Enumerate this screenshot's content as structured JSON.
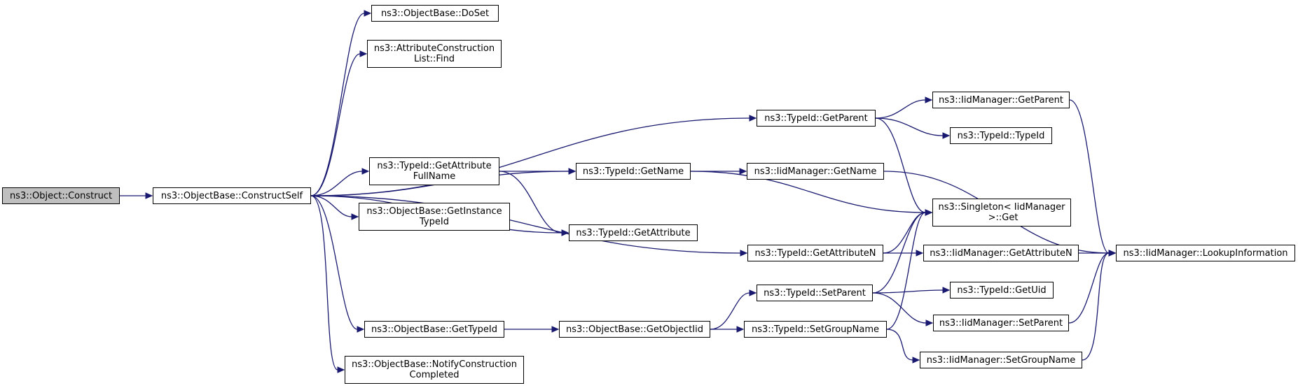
{
  "nodes": [
    {
      "id": "n0",
      "label": "ns3::Object::Construct",
      "root": true
    },
    {
      "id": "n1",
      "label": "ns3::ObjectBase::ConstructSelf"
    },
    {
      "id": "n2",
      "label": "ns3::ObjectBase::DoSet"
    },
    {
      "id": "n3",
      "label": "ns3::AttributeConstruction\nList::Find"
    },
    {
      "id": "n4",
      "label": "ns3::TypeId::GetAttribute\nFullName"
    },
    {
      "id": "n5",
      "label": "ns3::ObjectBase::GetInstance\nTypeId"
    },
    {
      "id": "n6",
      "label": "ns3::ObjectBase::GetTypeId"
    },
    {
      "id": "n7",
      "label": "ns3::ObjectBase::NotifyConstruction\nCompleted"
    },
    {
      "id": "n8",
      "label": "ns3::TypeId::GetName"
    },
    {
      "id": "n9",
      "label": "ns3::TypeId::GetAttribute"
    },
    {
      "id": "n10",
      "label": "ns3::ObjectBase::GetObjectIid"
    },
    {
      "id": "n11",
      "label": "ns3::TypeId::GetParent"
    },
    {
      "id": "n12",
      "label": "ns3::IidManager::GetName"
    },
    {
      "id": "n13",
      "label": "ns3::TypeId::GetAttributeN"
    },
    {
      "id": "n14",
      "label": "ns3::TypeId::SetParent"
    },
    {
      "id": "n15",
      "label": "ns3::TypeId::SetGroupName"
    },
    {
      "id": "n16",
      "label": "ns3::IidManager::GetParent"
    },
    {
      "id": "n17",
      "label": "ns3::TypeId::TypeId"
    },
    {
      "id": "n18",
      "label": "ns3::Singleton< IidManager\n >::Get"
    },
    {
      "id": "n19",
      "label": "ns3::IidManager::GetAttributeN"
    },
    {
      "id": "n20",
      "label": "ns3::TypeId::GetUid"
    },
    {
      "id": "n21",
      "label": "ns3::IidManager::SetParent"
    },
    {
      "id": "n22",
      "label": "ns3::IidManager::SetGroupName"
    },
    {
      "id": "n23",
      "label": "ns3::IidManager::LookupInformation"
    }
  ],
  "edges": [
    [
      "n0",
      "n1"
    ],
    [
      "n1",
      "n2"
    ],
    [
      "n1",
      "n3"
    ],
    [
      "n1",
      "n11"
    ],
    [
      "n1",
      "n8"
    ],
    [
      "n1",
      "n4"
    ],
    [
      "n1",
      "n5"
    ],
    [
      "n1",
      "n9"
    ],
    [
      "n1",
      "n13"
    ],
    [
      "n1",
      "n6"
    ],
    [
      "n1",
      "n7"
    ],
    [
      "n4",
      "n8"
    ],
    [
      "n4",
      "n9"
    ],
    [
      "n8",
      "n12"
    ],
    [
      "n8",
      "n18"
    ],
    [
      "n11",
      "n16"
    ],
    [
      "n11",
      "n17"
    ],
    [
      "n11",
      "n18"
    ],
    [
      "n12",
      "n23"
    ],
    [
      "n16",
      "n23"
    ],
    [
      "n13",
      "n18"
    ],
    [
      "n13",
      "n19"
    ],
    [
      "n19",
      "n23"
    ],
    [
      "n6",
      "n10"
    ],
    [
      "n10",
      "n14"
    ],
    [
      "n10",
      "n15"
    ],
    [
      "n14",
      "n18"
    ],
    [
      "n14",
      "n20"
    ],
    [
      "n14",
      "n21"
    ],
    [
      "n15",
      "n18"
    ],
    [
      "n15",
      "n22"
    ],
    [
      "n21",
      "n23"
    ],
    [
      "n22",
      "n23"
    ]
  ]
}
